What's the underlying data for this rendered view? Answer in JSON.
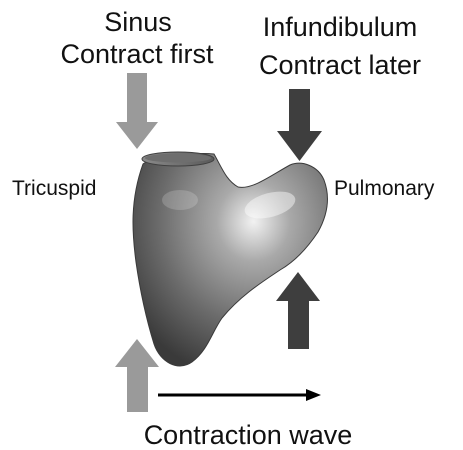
{
  "labels": {
    "sinus_line1": "Sinus",
    "sinus_line2": "Contract first",
    "infundibulum_line1": "Infundibulum",
    "infundibulum_line2": "Contract later",
    "tricuspid": "Tricuspid",
    "pulmonary": "Pulmonary",
    "contraction_wave": "Contraction wave"
  },
  "colors": {
    "sinus_arrow": "#9a9a9a",
    "infundibulum_arrow": "#3e3e3e",
    "wave_arrow": "#000000",
    "ventricle_light": "#d9d9d9",
    "ventricle_dark": "#4a4a4a"
  }
}
